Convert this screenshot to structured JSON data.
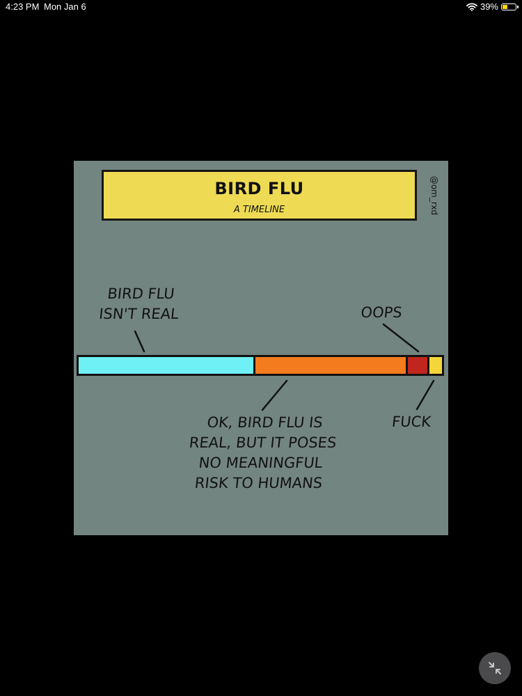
{
  "status_bar": {
    "time": "4:23 PM",
    "date": "Mon Jan 6",
    "battery_percent": "39%",
    "battery_level": 0.39,
    "battery_color": "#ffd60a"
  },
  "comic": {
    "title": "BIRD FLU",
    "subtitle": "A TIMELINE",
    "watermark": "@om_rxd",
    "background_color": "#738581",
    "title_box_color": "#eedb53",
    "labels": {
      "not_real": [
        "BIRD FLU",
        "ISN'T REAL"
      ],
      "oops": "OOPS",
      "ok": [
        "OK, BIRD FLU IS",
        "REAL, BUT IT POSES",
        "NO MEANINGFUL",
        "RISK TO HUMANS"
      ],
      "fuck": "FUCK"
    },
    "timeline_segments": [
      {
        "color": "#6ff0f4",
        "share": 0.49
      },
      {
        "color": "#f47b1e",
        "share": 0.42
      },
      {
        "color": "#c0261d",
        "share": 0.055
      },
      {
        "color": "#f5d63a",
        "share": 0.035
      }
    ]
  },
  "controls": {
    "collapse_icon": "arrows-collapse-icon"
  }
}
